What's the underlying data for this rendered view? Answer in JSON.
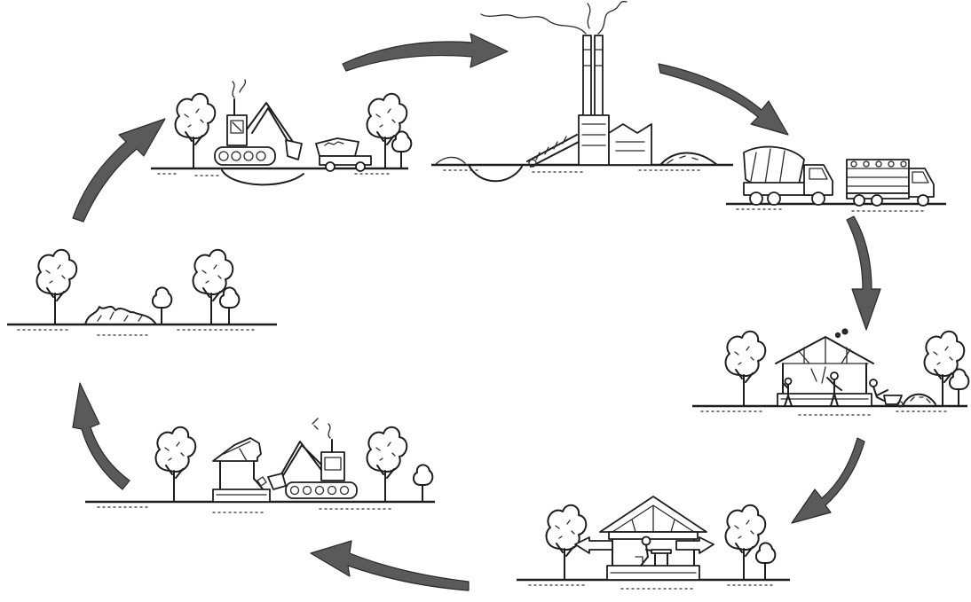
{
  "diagram": {
    "stages": [
      {
        "id": "extraction",
        "icons": [
          "tree-icon",
          "excavator-icon",
          "dump-truck-icon",
          "tree-icon"
        ]
      },
      {
        "id": "processing",
        "icons": [
          "factory-icon",
          "smokestack-icon",
          "conveyor-icon"
        ]
      },
      {
        "id": "transport",
        "icons": [
          "cement-mixer-truck-icon",
          "lumber-truck-icon"
        ]
      },
      {
        "id": "construction",
        "icons": [
          "tree-icon",
          "house-frame-icon",
          "worker-icon",
          "wheelbarrow-icon"
        ]
      },
      {
        "id": "use",
        "icons": [
          "tree-icon",
          "house-icon",
          "person-at-desk-icon"
        ]
      },
      {
        "id": "demolition",
        "icons": [
          "tree-icon",
          "ruined-house-icon",
          "excavator-icon"
        ]
      },
      {
        "id": "restoration",
        "icons": [
          "tree-icon",
          "shrub-icon",
          "sapling-icon"
        ]
      }
    ],
    "arrow_color": "#5a5a5a",
    "line_color": "#1e1e1e"
  }
}
